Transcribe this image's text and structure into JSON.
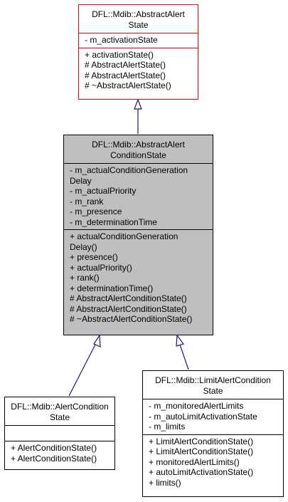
{
  "classes": {
    "abstract_alert_state": {
      "title": [
        "DFL::Mdib::AbstractAlert",
        "State"
      ],
      "attributes": [
        "- m_activationState"
      ],
      "methods": [
        "+ activationState()",
        "# AbstractAlertState()",
        "# AbstractAlertState()",
        "# ~AbstractAlertState()"
      ]
    },
    "abstract_alert_condition_state": {
      "title": [
        "DFL::Mdib::AbstractAlert",
        "ConditionState"
      ],
      "attributes": [
        "- m_actualConditionGeneration",
        "Delay",
        "- m_actualPriority",
        "- m_rank",
        "- m_presence",
        "- m_determinationTime"
      ],
      "methods": [
        "+ actualConditionGeneration",
        "Delay()",
        "+ presence()",
        "+ actualPriority()",
        "+ rank()",
        "+ determinationTime()",
        "# AbstractAlertConditionState()",
        "# AbstractAlertConditionState()",
        "# ~AbstractAlertConditionState()"
      ]
    },
    "alert_condition_state": {
      "title": [
        "DFL::Mdib::AlertCondition",
        "State"
      ],
      "attributes": [],
      "methods": [
        "+ AlertConditionState()",
        "+ AlertConditionState()"
      ]
    },
    "limit_alert_condition_state": {
      "title": [
        "DFL::Mdib::LimitAlertCondition",
        "State"
      ],
      "attributes": [
        "- m_monitoredAlertLimits",
        "- m_autoLimitActivationState",
        "- m_limits"
      ],
      "methods": [
        "+ LimitAlertConditionState()",
        "+ LimitAlertConditionState()",
        "+ monitoredAlertLimits()",
        "+ autoLimitActivationState()",
        "+ limits()"
      ]
    }
  },
  "colors": {
    "edge": "#191970",
    "highlight_border": "#ff0000",
    "current_fill": "#bfbfbf"
  }
}
